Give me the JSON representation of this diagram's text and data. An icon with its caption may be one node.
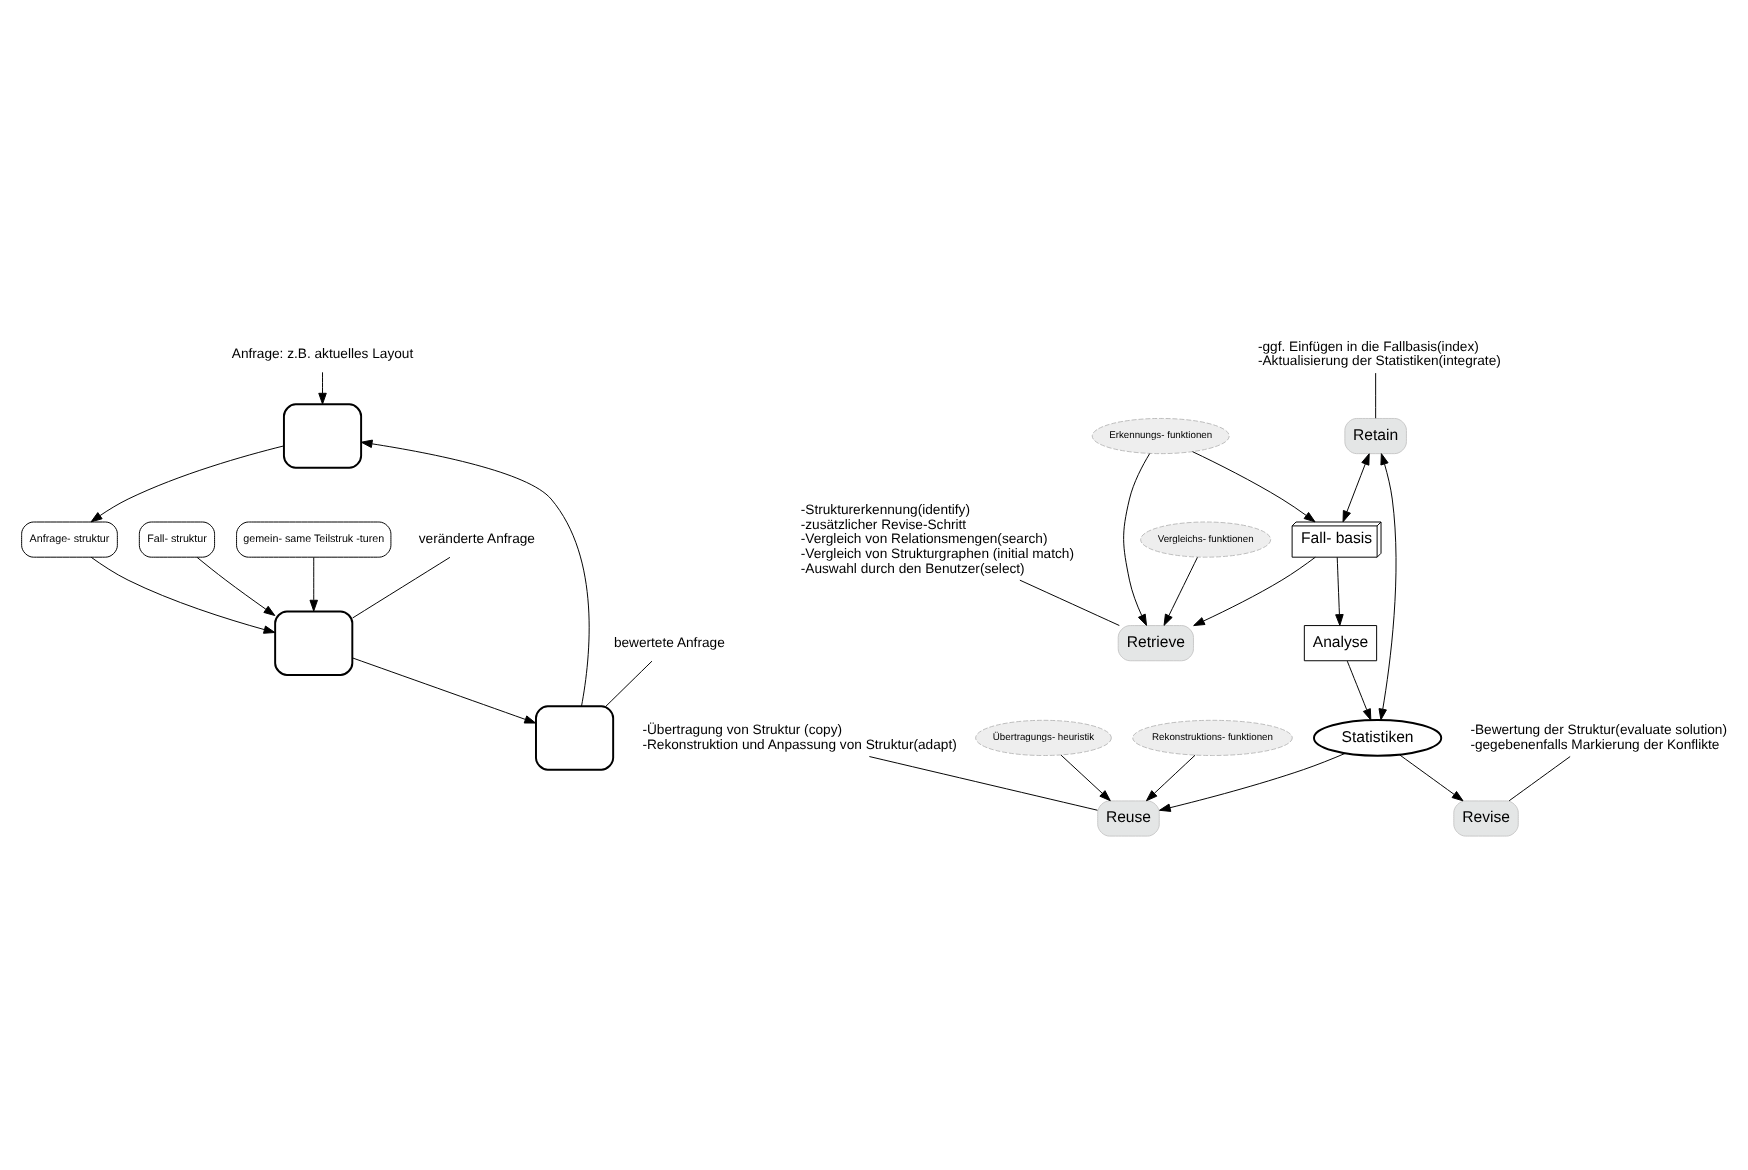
{
  "diagram": {
    "nodes": [
      {
        "text": [
          "Anfrage: z.B. aktuelles Layout"
        ]
      },
      {
        "text": [],
        "shape": "box"
      },
      {
        "text": [
          "Retrieve"
        ]
      },
      {
        "text": [
          "Anfrage- struktur"
        ]
      },
      {
        "text": [
          "Fall- struktur"
        ]
      },
      {
        "text": [
          "gemein- same Teilstruk -turen"
        ]
      },
      {
        "text": [
          "-Strukturerkennung(identify)",
          "-zusätzlicher Revise-Schritt",
          "-Vergleich von Relationsmengen(search)",
          "-Vergleich von Strukturgraphen (initial match)",
          "-Auswahl durch den Benutzer(select)"
        ]
      },
      {
        "text": [
          "Reuse"
        ]
      },
      {
        "text": [
          "-Übertragung von Struktur (copy)",
          "-Rekonstruktion und Anpassung von Struktur(adapt)"
        ]
      },
      {
        "text": [],
        "shape": "box"
      },
      {
        "text": [
          "veränderte Anfrage"
        ]
      },
      {
        "text": [
          "Revise"
        ]
      },
      {
        "text": [
          "-Bewertung der Struktur(evaluate solution)",
          "-gegebenenfalls Markierung der Konflikte"
        ]
      },
      {
        "text": [],
        "shape": "box"
      },
      {
        "text": [
          "bewertete Anfrage"
        ]
      },
      {
        "text": [
          "Retain"
        ]
      },
      {
        "text": [
          "-ggf. Einfügen in die Fallbasis(index)",
          "-Aktualisierung der Statistiken(integrate)"
        ]
      },
      {
        "text": [
          "Erkennungs- funktionen"
        ]
      },
      {
        "text": [
          "Vergleichs- funktionen"
        ]
      },
      {
        "text": [
          "Übertragungs- heuristik"
        ]
      },
      {
        "text": [
          "Rekonstruktions- funktionen"
        ]
      },
      {
        "text": [
          "Fall- basis"
        ]
      },
      {
        "text": [
          "Analyse"
        ]
      },
      {
        "text": [
          "Statistiken"
        ]
      }
    ],
    "edges": [
      {
        "from": 0,
        "to": 1,
        "arrow": "to"
      },
      {
        "from": 1,
        "to": 3,
        "arrow": "to"
      },
      {
        "from": 3,
        "to": 9,
        "arrow": "to"
      },
      {
        "from": 4,
        "to": 9,
        "arrow": "to"
      },
      {
        "from": 5,
        "to": 9,
        "arrow": "to"
      },
      {
        "from": 9,
        "to": 13,
        "arrow": "to"
      },
      {
        "from": 13,
        "to": 1,
        "arrow": "to"
      },
      {
        "from": 6,
        "to": 2,
        "arrow": "none"
      },
      {
        "from": 8,
        "to": 7,
        "arrow": "none"
      },
      {
        "from": 10,
        "to": 9,
        "arrow": "none"
      },
      {
        "from": 12,
        "to": 11,
        "arrow": "none"
      },
      {
        "from": 14,
        "to": 13,
        "arrow": "none"
      },
      {
        "from": 16,
        "to": 15,
        "arrow": "none"
      },
      {
        "from": 17,
        "to": 2,
        "arrow": "to"
      },
      {
        "from": 21,
        "to": 2,
        "arrow": "to"
      },
      {
        "from": 18,
        "to": 2,
        "arrow": "to"
      },
      {
        "from": 17,
        "to": 21,
        "arrow": "to"
      },
      {
        "from": 19,
        "to": 7,
        "arrow": "to"
      },
      {
        "from": 20,
        "to": 7,
        "arrow": "to"
      },
      {
        "from": 23,
        "to": 7,
        "arrow": "to"
      },
      {
        "from": 23,
        "to": 11,
        "arrow": "to"
      },
      {
        "from": 15,
        "to": 21,
        "arrow": "both"
      },
      {
        "from": 15,
        "to": 23,
        "arrow": "both"
      },
      {
        "from": 21,
        "to": 22,
        "arrow": "to"
      },
      {
        "from": 22,
        "to": 23,
        "arrow": "to"
      }
    ]
  }
}
